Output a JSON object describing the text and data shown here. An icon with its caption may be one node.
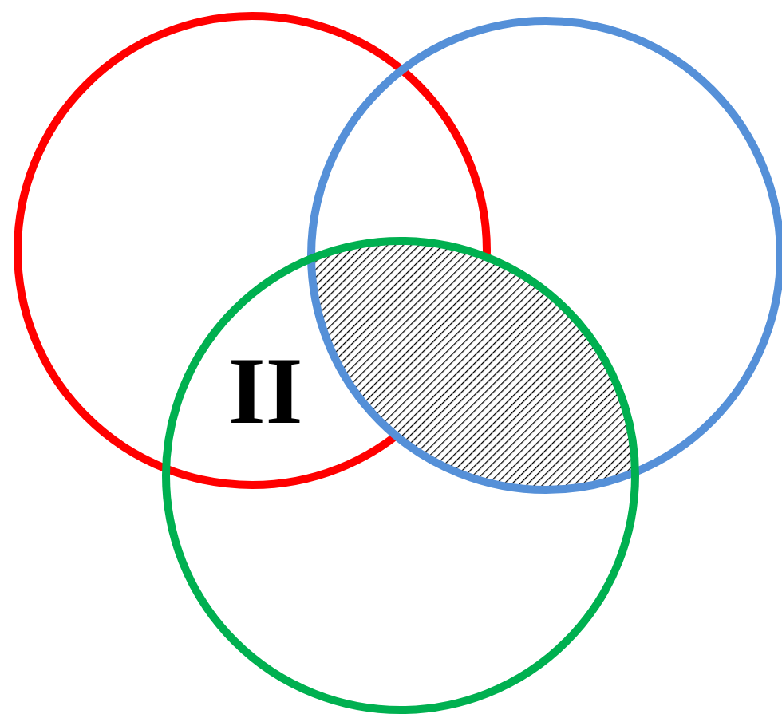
{
  "diagram": {
    "nodes": [
      {
        "text": [],
        "shape": "circle"
      },
      {
        "text": [],
        "shape": "circle"
      },
      {
        "text": [],
        "shape": "circle"
      }
    ],
    "labels": [
      "II"
    ]
  }
}
